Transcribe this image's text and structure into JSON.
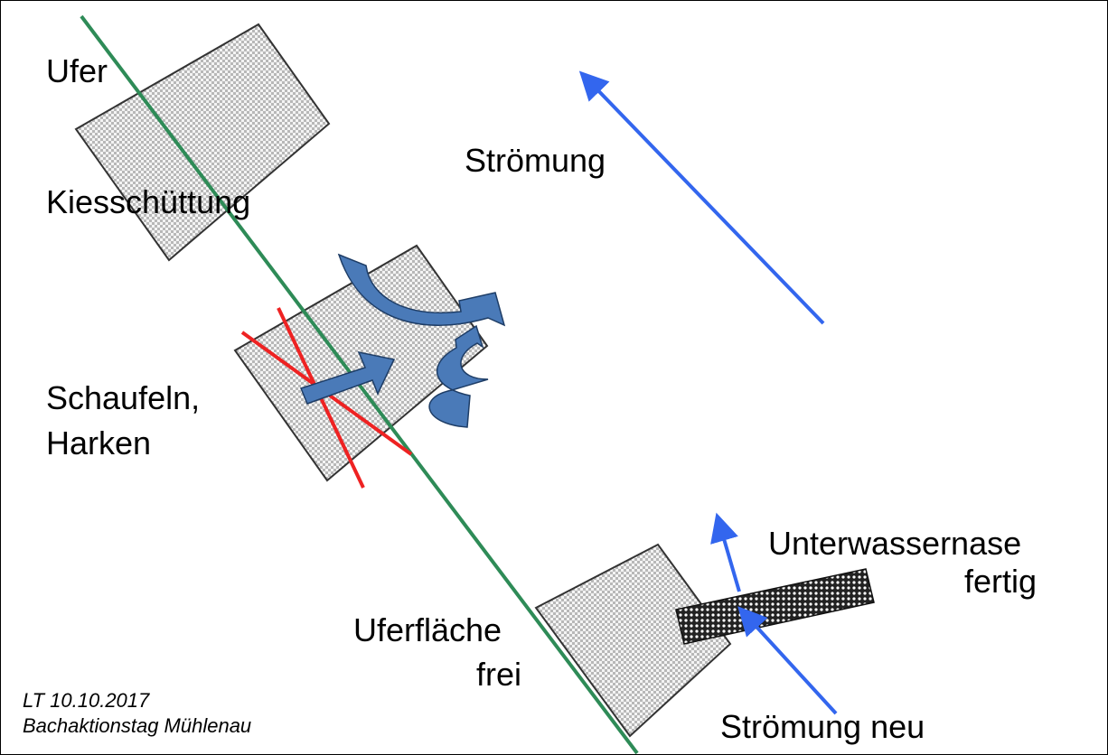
{
  "labels": {
    "ufer": "Ufer",
    "kiesschuettung": "Kiesschüttung",
    "stroemung": "Strömung",
    "schaufeln": "Schaufeln,",
    "harken": "Harken",
    "unterwassernase": "Unterwassernase",
    "fertig": "fertig",
    "uferflaeche": "Uferfläche",
    "frei": "frei",
    "stroemung_neu": "Strömung neu"
  },
  "footer": {
    "line1": "LT 10.10.2017",
    "line2": "Bachaktionstag Mühlenau"
  },
  "colors": {
    "bank_line": "#2e8b57",
    "flow_arrow": "#3366ee",
    "cross": "#ee2222",
    "curved_arrows": "#4a7ab8",
    "gravel": "#d0d0d0"
  }
}
